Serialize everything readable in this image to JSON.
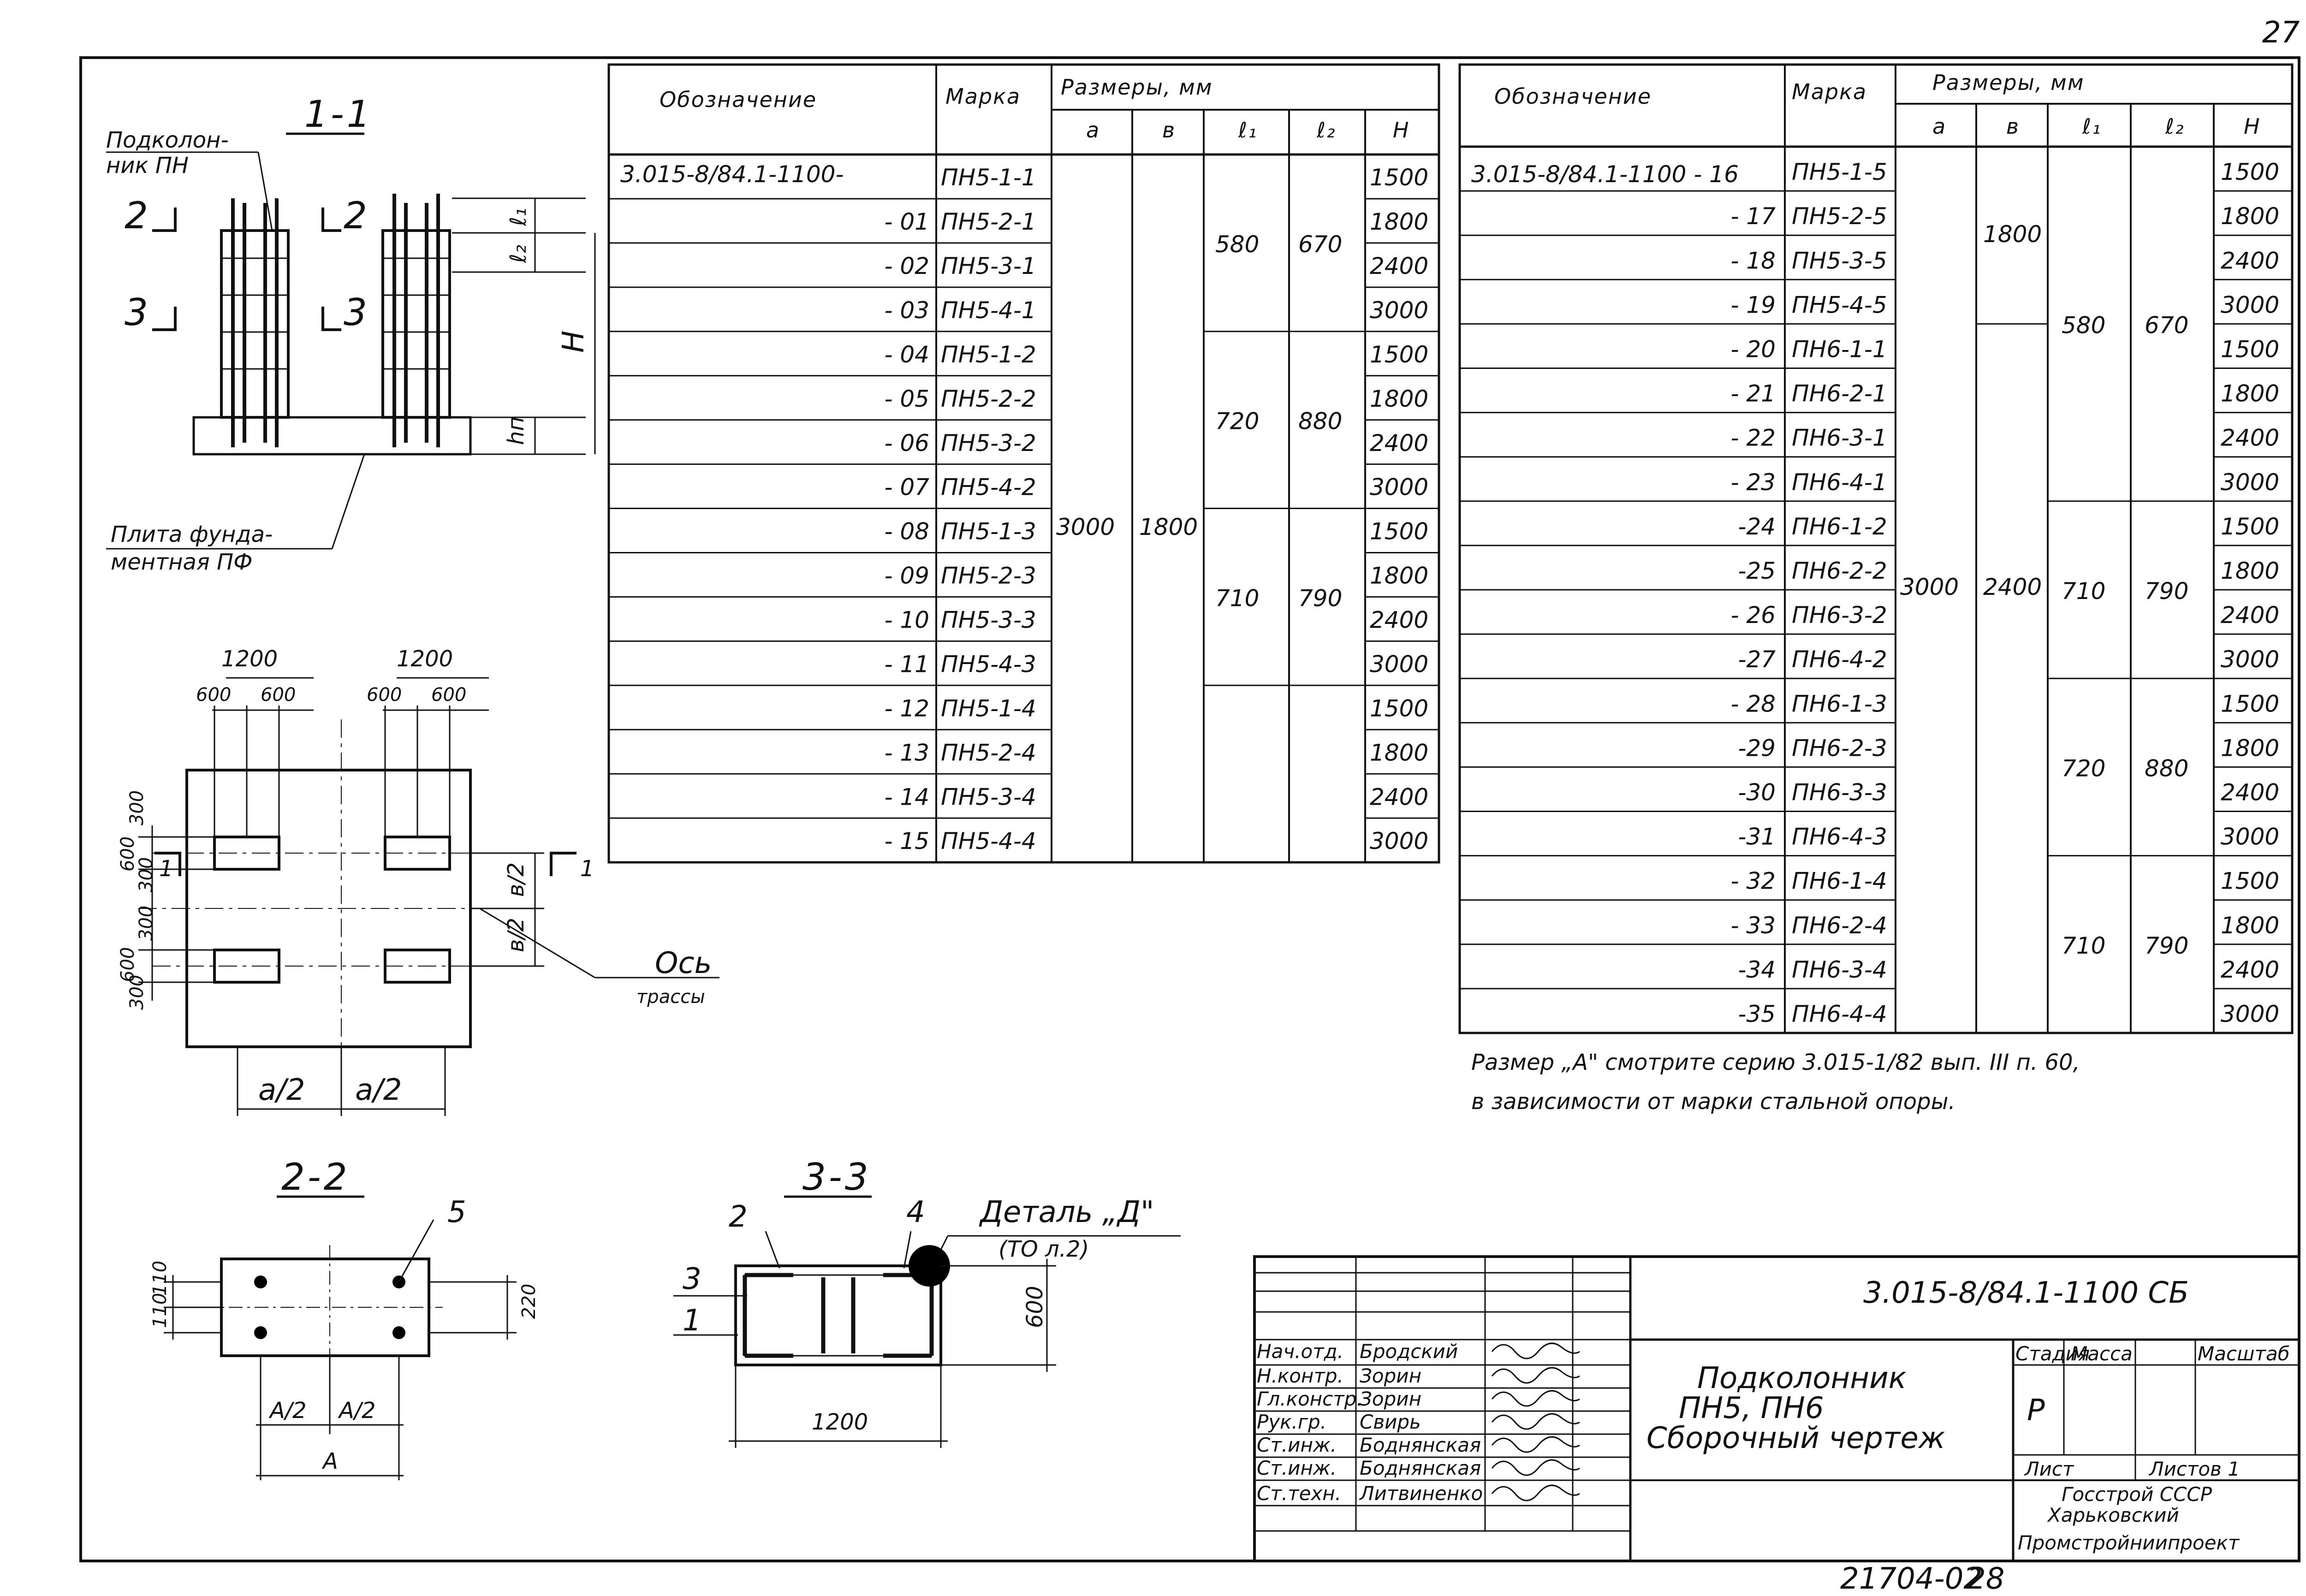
{
  "sheet_number": "27",
  "footer_code": "21704-02",
  "footer_page": "28",
  "table_headers": {
    "designation": "Обозначение",
    "mark": "Марка",
    "dimensions": "Размеры, мм",
    "a": "а",
    "b": "в",
    "l1": "ℓ₁",
    "l2": "ℓ₂",
    "h": "Н"
  },
  "table_left": {
    "first_designation": "3.015-8/84.1-1100-",
    "rows": [
      {
        "suffix": "",
        "mark": "ПН5-1-1",
        "H": "1500"
      },
      {
        "suffix": "- 01",
        "mark": "ПН5-2-1",
        "H": "1800"
      },
      {
        "suffix": "- 02",
        "mark": "ПН5-3-1",
        "H": "2400"
      },
      {
        "suffix": "- 03",
        "mark": "ПН5-4-1",
        "H": "3000"
      },
      {
        "suffix": "- 04",
        "mark": "ПН5-1-2",
        "H": "1500"
      },
      {
        "suffix": "- 05",
        "mark": "ПН5-2-2",
        "H": "1800"
      },
      {
        "suffix": "- 06",
        "mark": "ПН5-3-2",
        "H": "2400"
      },
      {
        "suffix": "- 07",
        "mark": "ПН5-4-2",
        "H": "3000"
      },
      {
        "suffix": "- 08",
        "mark": "ПН5-1-3",
        "H": "1500"
      },
      {
        "suffix": "- 09",
        "mark": "ПН5-2-3",
        "H": "1800"
      },
      {
        "suffix": "- 10",
        "mark": "ПН5-3-3",
        "H": "2400"
      },
      {
        "suffix": "- 11",
        "mark": "ПН5-4-3",
        "H": "3000"
      },
      {
        "suffix": "- 12",
        "mark": "ПН5-1-4",
        "H": "1500"
      },
      {
        "suffix": "- 13",
        "mark": "ПН5-2-4",
        "H": "1800"
      },
      {
        "suffix": "- 14",
        "mark": "ПН5-3-4",
        "H": "2400"
      },
      {
        "suffix": "- 15",
        "mark": "ПН5-4-4",
        "H": "3000"
      }
    ],
    "a": "3000",
    "b": "1800",
    "l1_groups": [
      "580",
      "720",
      "710"
    ],
    "l2_groups": [
      "670",
      "880",
      "790"
    ]
  },
  "table_right": {
    "first_designation": "3.015-8/84.1-1100 - 16",
    "rows": [
      {
        "suffix": "",
        "mark": "ПН5-1-5",
        "H": "1500"
      },
      {
        "suffix": "- 17",
        "mark": "ПН5-2-5",
        "H": "1800"
      },
      {
        "suffix": "- 18",
        "mark": "ПН5-3-5",
        "H": "2400"
      },
      {
        "suffix": "- 19",
        "mark": "ПН5-4-5",
        "H": "3000"
      },
      {
        "suffix": "- 20",
        "mark": "ПН6-1-1",
        "H": "1500"
      },
      {
        "suffix": "- 21",
        "mark": "ПН6-2-1",
        "H": "1800"
      },
      {
        "suffix": "- 22",
        "mark": "ПН6-3-1",
        "H": "2400"
      },
      {
        "suffix": "- 23",
        "mark": "ПН6-4-1",
        "H": "3000"
      },
      {
        "suffix": "-24",
        "mark": "ПН6-1-2",
        "H": "1500"
      },
      {
        "suffix": "-25",
        "mark": "ПН6-2-2",
        "H": "1800"
      },
      {
        "suffix": "- 26",
        "mark": "ПН6-3-2",
        "H": "2400"
      },
      {
        "suffix": "-27",
        "mark": "ПН6-4-2",
        "H": "3000"
      },
      {
        "suffix": "- 28",
        "mark": "ПН6-1-3",
        "H": "1500"
      },
      {
        "suffix": "-29",
        "mark": "ПН6-2-3",
        "H": "1800"
      },
      {
        "suffix": "-30",
        "mark": "ПН6-3-3",
        "H": "2400"
      },
      {
        "suffix": "-31",
        "mark": "ПН6-4-3",
        "H": "3000"
      },
      {
        "suffix": "- 32",
        "mark": "ПН6-1-4",
        "H": "1500"
      },
      {
        "suffix": "- 33",
        "mark": "ПН6-2-4",
        "H": "1800"
      },
      {
        "suffix": "-34",
        "mark": "ПН6-3-4",
        "H": "2400"
      },
      {
        "suffix": "-35",
        "mark": "ПН6-4-4",
        "H": "3000"
      }
    ],
    "a": "3000",
    "b_top": "1800",
    "b_bottom": "2400",
    "l1_groups": [
      "580",
      "710",
      "720",
      "710"
    ],
    "l2_groups": [
      "670",
      "790",
      "880",
      "790"
    ]
  },
  "note": {
    "line1": "Размер „А\" смотрите серию 3.015-1/82 вып. III п. 60,",
    "line2": "в зависимости от марки стальной опоры."
  },
  "elevation": {
    "section_label": "1-1",
    "column_label_1": "Подколон-",
    "column_label_2": "ник ПН",
    "plate_label_1": "Плита фунда-",
    "plate_label_2": "ментная ПФ",
    "cut2": "2",
    "cut3": "3",
    "dim_l1": "ℓ₁",
    "dim_l2": "ℓ₂",
    "dim_H": "Н",
    "dim_hn": "hп"
  },
  "plan": {
    "dim_1200": "1200",
    "dim_600": "600",
    "dim_300": "300",
    "dim_b2": "в/2",
    "dim_a2": "а/2",
    "axis_label_1": "Ось",
    "axis_label_2": "трассы",
    "cut1": "1"
  },
  "section22": {
    "label": "2-2",
    "callout": "5",
    "dim_110": "110",
    "dim_220": "220",
    "dim_A2": "А/2",
    "dim_A": "А"
  },
  "section33": {
    "label": "3-3",
    "callout_2": "2",
    "callout_4": "4",
    "callout_3": "3",
    "callout_1": "1",
    "detail_label": "Деталь „Д\"",
    "detail_ref": "(ТО л.2)",
    "dim_600": "600",
    "dim_1200": "1200"
  },
  "title_block": {
    "code": "3.015-8/84.1-1100 СБ",
    "title_1": "Подколонник",
    "title_2": "ПН5, ПН6",
    "title_3": "Сборочный чертеж",
    "stage_header": "Стадия",
    "mass_header": "Масса",
    "scale_header": "Масштаб",
    "stage": "Р",
    "sheet_label": "Лист",
    "sheets_label": "Листов 1",
    "org_1": "Госстрой СССР",
    "org_2": "Харьковский",
    "org_3": "Промстройниипроект",
    "staff": [
      {
        "role": "Нач.отд.",
        "name": "Бродский"
      },
      {
        "role": "Н.контр.",
        "name": "Зорин"
      },
      {
        "role": "Гл.констр.",
        "name": "Зорин"
      },
      {
        "role": "Рук.гр.",
        "name": "Свирь"
      },
      {
        "role": "Ст.инж.",
        "name": "Боднянская"
      },
      {
        "role": "Ст.инж.",
        "name": "Боднянская"
      },
      {
        "role": "Ст.техн.",
        "name": "Литвиненко"
      }
    ]
  }
}
